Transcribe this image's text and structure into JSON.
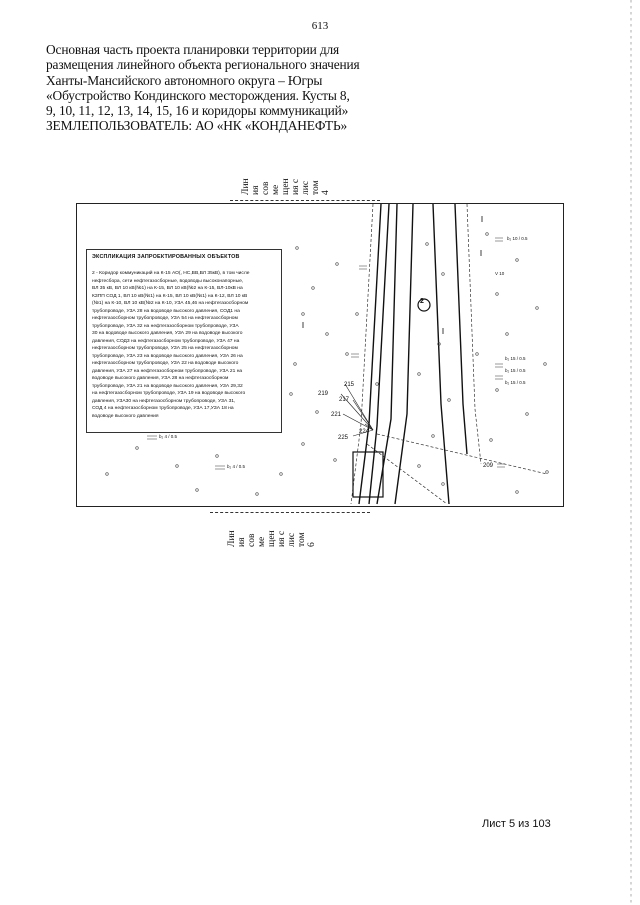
{
  "page_number": "613",
  "heading": {
    "lines": [
      "Основная часть проекта планировки территории для",
      "размещения линейного объекта регионального значения",
      "Ханты-Мансийского автономного округа – Югры",
      "«Обустройство Кондинского месторождения. Кусты 8,",
      "9, 10, 11, 12, 13, 14, 15, 16 и коридоры коммуникаций»",
      " ЗЕМЛЕПОЛЬЗОВАТЕЛЬ: АО «НК «КОНДАНЕФТЬ»"
    ]
  },
  "section_label_top": [
    "Лин",
    "ия",
    "сов",
    "ме",
    "щен",
    "ия с",
    "лис",
    "том",
    "4"
  ],
  "section_label_bottom": [
    "Лин",
    "ия",
    "сов",
    "ме",
    "щен",
    "ия с",
    "лис",
    "том",
    "6"
  ],
  "legend": {
    "title": "ЭКСПЛИКАЦИЯ ЗАПРОЕКТИРОВАННЫХ ОБЪЕКТОВ",
    "lines": [
      "2 - Коридор коммуникаций на К-15 АО(, НС,ВВ,ВЛ 35кВ), в том числе",
      "нефтесбора, сети нефтегазосборные, водоводы высоконапорные,",
      "ВЛ 35 кВ, ВЛ 10 кВ(№1) на К-15, ВЛ 10 кВ(№2 на К-15, ВЛ-10кВ на",
      "КЗПП СОД 1, ВЛ 10 кВ(№1) на К-15, ВЛ 10 кВ(№1) на К-12, ВЛ 10 кВ",
      "(№1) на К-10, ВЛ 10 кВ(№2 на К-10, УЗА 45,46 на нефтегазосборном",
      "трубопроводе, УЗА 28 на водоводе высокого давления, СОД1 на",
      "нефтегазосборном трубопроводе, УЗА 54 на нефтегазосборном",
      "трубопроводе, УЗА 32 на нефтегазосборном трубопроводе, УЗА",
      "30 на водоводе высокого давления, УЗА 29 на водоводе высокого",
      "давления, СОД3 на нефтегазосборном трубопроводе, УЗА 47 на",
      "нефтегазосборном трубопроводе, УЗА 25 на нефтегазосборном",
      "трубопроводе, УЗА 23 на водоводе высокого давления, УЗА 26 на",
      "нефтегазосборном трубопроводе, УЗА 22 на водоводе высокого",
      "давления, УЗА 27 на нефтегазосборном трубопроводе, УЗА 21 на",
      "водоводе высокого давления, УЗА 28 на нефтегазосборном",
      "трубопроводе, УЗА 21 на водоводе высокого давления, УЗА 29,32",
      "на нефтегазосборном трубопроводе, УЗА 19 на водоводе высокого",
      "давления, УЗА30 на нефтегазосборном трубопроводе, УЗА 31,",
      "СОД 4 на нефтегазосборном трубопроводе, УЗА 17,УЗА 18 на",
      "водоводе высокого давления"
    ]
  },
  "map": {
    "corridor_number": "2",
    "points": [
      "215",
      "219",
      "217",
      "221",
      "224",
      "225",
      "209"
    ],
    "symbols": {
      "bog_top": "b₂ 10 / 0.5",
      "bog_right_mid": "b₂ 15 / 0.5",
      "bog_right_low1": "b₂ 15 / 0.5",
      "bog_right_low2": "b₂ 15 / 0.5",
      "bog_left1": "b₂ 4 / 0.5",
      "bog_left2": "b₂ 4 / 0.5",
      "veg_label": "V 10"
    }
  },
  "sheet_label": "Лист 5 из 103"
}
